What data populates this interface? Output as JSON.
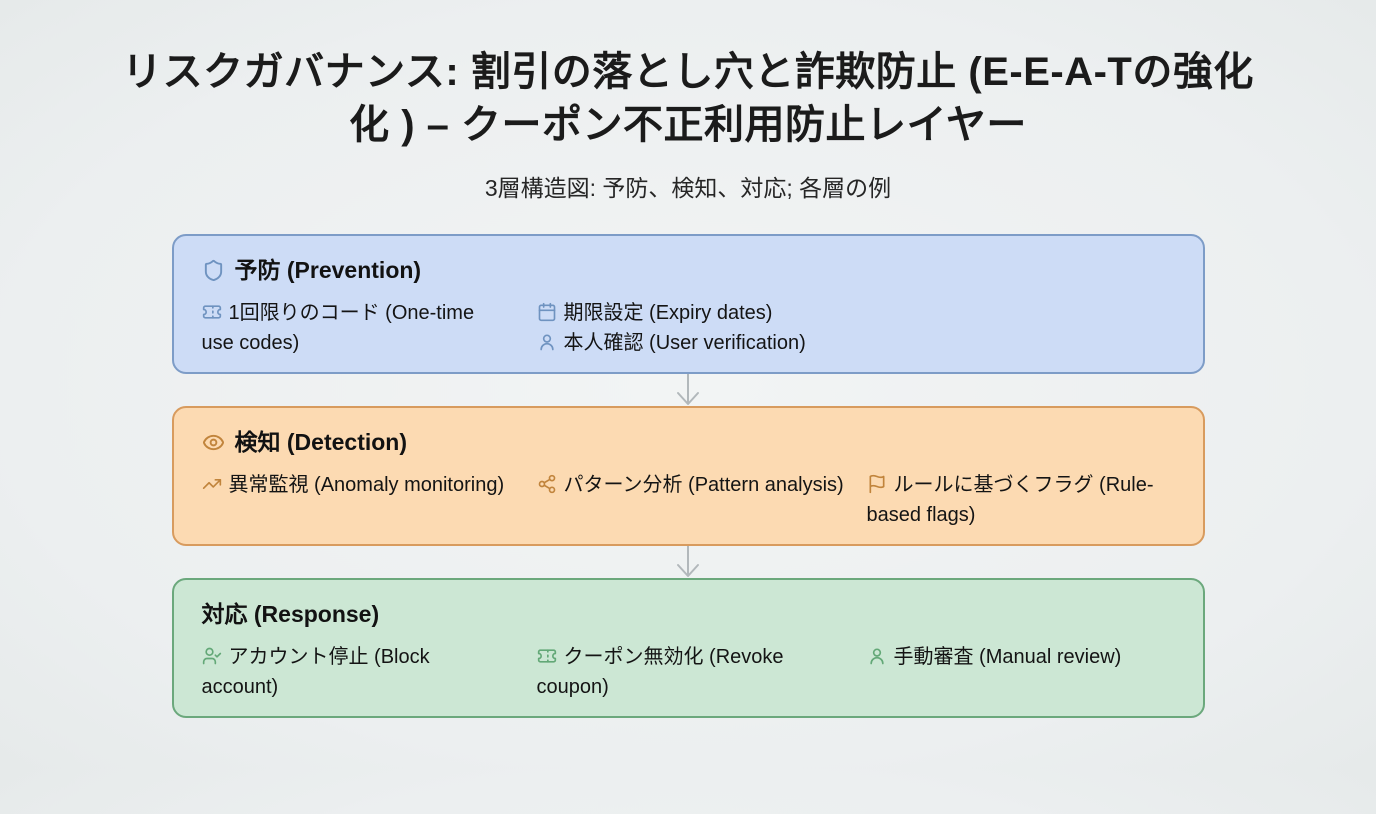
{
  "page": {
    "title_line1": "リスクガバナンス: 割引の落とし穴と詐欺防止 (E-E-A-Tの強化",
    "title_line2": "化 ) – クーポン不正利用防止レイヤー",
    "subtitle": "3層構造図: 予防、検知、対応; 各層の例"
  },
  "colors": {
    "page_bg": "#eef1f1",
    "text": "#161616",
    "prevention_bg": "#cddcf6",
    "prevention_border": "#7d9cc7",
    "prevention_accent": "#6f93c0",
    "detection_bg": "#fcdab2",
    "detection_border": "#d89b5e",
    "detection_accent": "#c1843c",
    "response_bg": "#cce7d4",
    "response_border": "#6ba87c",
    "response_accent": "#63a877",
    "arrow": "#b2b8bb"
  },
  "layers": [
    {
      "id": "prevention",
      "header": "予防 (Prevention)",
      "header_icon": "shield-icon",
      "items": [
        {
          "icon": "ticket-icon",
          "label": "1回限りのコード (One-time use codes)"
        },
        {
          "icon": "calendar-icon",
          "label": "期限設定 (Expiry dates)"
        },
        {
          "icon": "user-icon",
          "label": "本人確認 (User verification)"
        }
      ]
    },
    {
      "id": "detection",
      "header": "検知 (Detection)",
      "header_icon": "eye-icon",
      "items": [
        {
          "icon": "trending-up-icon",
          "label": "異常監視 (Anomaly monitoring)"
        },
        {
          "icon": "network-icon",
          "label": "パターン分析 (Pattern analysis)"
        },
        {
          "icon": "flag-icon",
          "label": "ルールに基づくフラグ (Rule-based flags)"
        }
      ]
    },
    {
      "id": "response",
      "header": "対応 (Response)",
      "header_icon": null,
      "items": [
        {
          "icon": "user-check-icon",
          "label": "アカウント停止 (Block account)"
        },
        {
          "icon": "ticket-icon",
          "label": "クーポン無効化 (Revoke coupon)"
        },
        {
          "icon": "user-icon",
          "label": "手動審査 (Manual review)"
        }
      ]
    }
  ]
}
